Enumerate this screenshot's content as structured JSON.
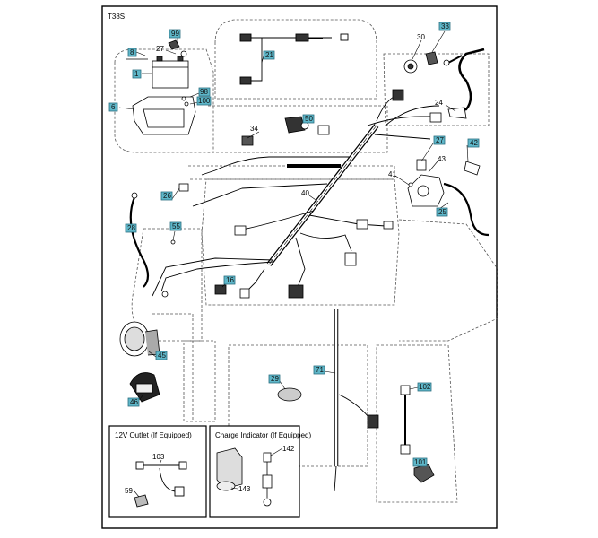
{
  "diagram": {
    "code": "T38S",
    "inset_outlet_title": "12V Outlet (If Equipped)",
    "inset_charge_title": "Charge Indicator (If Equipped)",
    "callouts": [
      {
        "id": "c99",
        "text": "99"
      },
      {
        "id": "c27a",
        "text": "27"
      },
      {
        "id": "c8",
        "text": "8"
      },
      {
        "id": "c1",
        "text": "1"
      },
      {
        "id": "c98",
        "text": "98"
      },
      {
        "id": "c100",
        "text": "100"
      },
      {
        "id": "c6",
        "text": "6"
      },
      {
        "id": "c21",
        "text": "21"
      },
      {
        "id": "c30",
        "text": "30"
      },
      {
        "id": "c33",
        "text": "33"
      },
      {
        "id": "c24",
        "text": "24"
      },
      {
        "id": "c34",
        "text": "34"
      },
      {
        "id": "c50",
        "text": "50"
      },
      {
        "id": "c27b",
        "text": "27"
      },
      {
        "id": "c42",
        "text": "42"
      },
      {
        "id": "c41",
        "text": "41"
      },
      {
        "id": "c43",
        "text": "43"
      },
      {
        "id": "c26",
        "text": "26"
      },
      {
        "id": "c40",
        "text": "40"
      },
      {
        "id": "c25",
        "text": "25"
      },
      {
        "id": "c28",
        "text": "28"
      },
      {
        "id": "c55",
        "text": "55"
      },
      {
        "id": "c16",
        "text": "16"
      },
      {
        "id": "c45",
        "text": "45"
      },
      {
        "id": "c29",
        "text": "29"
      },
      {
        "id": "c71",
        "text": "71"
      },
      {
        "id": "c46",
        "text": "46"
      },
      {
        "id": "c102",
        "text": "102"
      },
      {
        "id": "c103",
        "text": "103"
      },
      {
        "id": "c59",
        "text": "59"
      },
      {
        "id": "c142",
        "text": "142"
      },
      {
        "id": "c143",
        "text": "143"
      },
      {
        "id": "c101",
        "text": "101"
      }
    ]
  }
}
